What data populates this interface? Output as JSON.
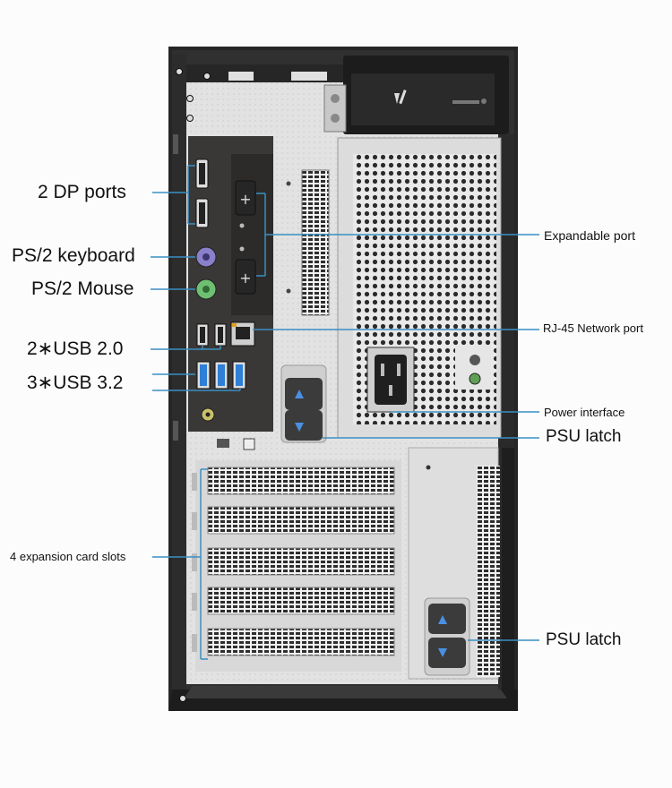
{
  "callouts": {
    "dp_ports": "2 DP ports",
    "ps2_keyboard": "PS/2 keyboard",
    "ps2_mouse": "PS/2 Mouse",
    "usb20": "2∗USB 2.0",
    "usb32": "3∗USB 3.2",
    "expansion_slots": "4 expansion card slots",
    "expandable_port": "Expandable port",
    "rj45": "RJ-45 Network port",
    "power_interface": "Power interface",
    "psu_latch_top": "PSU latch",
    "psu_latch_bottom": "PSU latch"
  },
  "colors": {
    "chassis": "#2a2a2a",
    "panel": "#e6e6e6",
    "io_plate": "#3a3836",
    "callout_line": "#3a8fc4",
    "ps2_keyboard_port": "#8a7fc9",
    "ps2_mouse_port": "#6fbf73",
    "usb3_blue": "#2f7fd6"
  }
}
